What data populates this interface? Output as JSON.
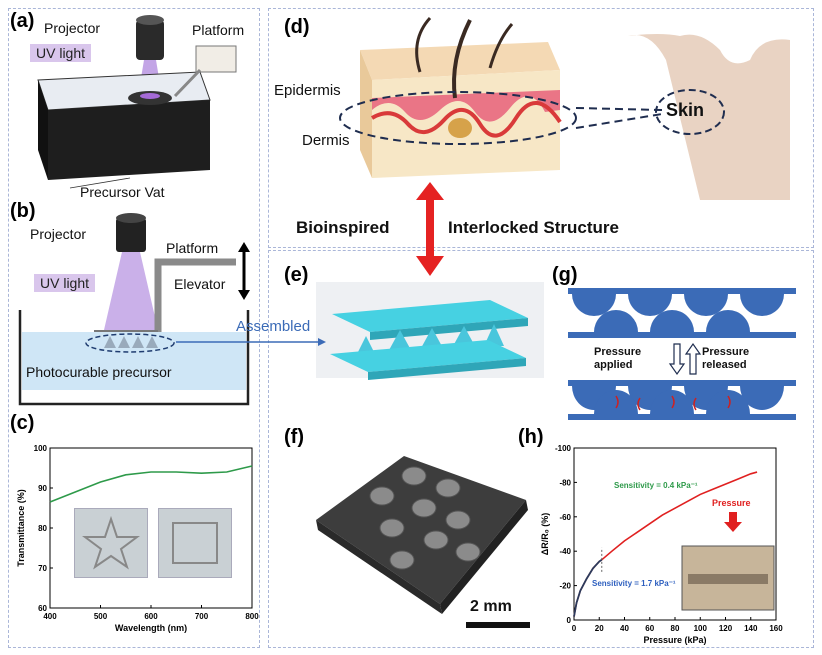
{
  "labels": {
    "a": "(a)",
    "b": "(b)",
    "c": "(c)",
    "d": "(d)",
    "e": "(e)",
    "f": "(f)",
    "g": "(g)",
    "h": "(h)"
  },
  "panel_a": {
    "projector": "Projector",
    "uv_light": "UV light",
    "platform": "Platform",
    "vat": "Precursor Vat"
  },
  "panel_b": {
    "projector": "Projector",
    "platform": "Platform",
    "uv_light": "UV light",
    "elevator": "Elevator",
    "precursor": "Photocurable precursor"
  },
  "panel_d": {
    "epidermis": "Epidermis",
    "dermis": "Dermis",
    "skin": "Skin"
  },
  "bioinspired": "Bioinspired",
  "interlocked": "Interlocked Structure",
  "assembled": "Assembled",
  "panel_g": {
    "applied": "Pressure applied",
    "released": "Pressure released"
  },
  "panel_f": {
    "scale": "2 mm"
  },
  "colors": {
    "border": "#aab6d8",
    "arrow": "#e52222",
    "cyan": "#3ec8dc",
    "blue_struct": "#3b6bb7",
    "green": "#2e9a4a",
    "red_curve": "#e02020",
    "blue_curve": "#2d5fbf"
  },
  "chart_data": [
    {
      "type": "line",
      "xlabel": "Wavelength (nm)",
      "ylabel": "Transmittance (%)",
      "xlim": [
        400,
        800
      ],
      "ylim": [
        60,
        100
      ],
      "xticks": [
        400,
        500,
        600,
        700,
        800
      ],
      "yticks": [
        60,
        70,
        80,
        90,
        100
      ],
      "x": [
        400,
        450,
        500,
        550,
        600,
        650,
        700,
        750,
        800
      ],
      "series": [
        {
          "values": [
            86.5,
            89.0,
            91.5,
            93.3,
            94.0,
            94.0,
            93.7,
            94.0,
            95.5
          ]
        }
      ]
    },
    {
      "type": "line",
      "xlabel": "Pressure (kPa)",
      "ylabel": "ΔR/R₀ (%)",
      "xlim": [
        0,
        160
      ],
      "ylim": [
        0,
        -100
      ],
      "xticks": [
        0,
        20,
        40,
        60,
        80,
        100,
        120,
        140,
        160
      ],
      "yticks": [
        0,
        -20,
        -40,
        -60,
        -80,
        -100
      ],
      "x": [
        0,
        2,
        5,
        10,
        15,
        20,
        22,
        30,
        40,
        50,
        60,
        70,
        80,
        90,
        100,
        110,
        120,
        130,
        140,
        145
      ],
      "series": [
        {
          "values": [
            -2,
            -10,
            -17,
            -24,
            -30,
            -34,
            -35,
            -40,
            -46,
            -51,
            -56,
            -61,
            -65,
            -69,
            -73,
            -76,
            -79,
            -82,
            -85,
            -86
          ]
        }
      ],
      "annotations": [
        "Sensitivity = 0.4 kPa⁻¹",
        "Sensitivity = 1.7 kPa⁻¹",
        "Pressure"
      ]
    }
  ]
}
